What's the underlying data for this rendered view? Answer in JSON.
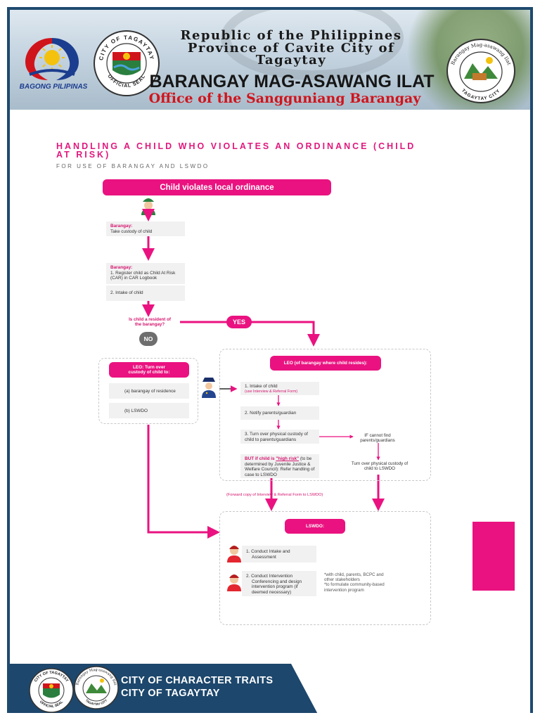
{
  "header": {
    "line1": "Republic of the Philippines",
    "line2": "Province of Cavite City of",
    "line3": "Tagaytay",
    "barangay": "BARANGAY MAG-ASAWANG ILAT",
    "office": "Office of the Sangguniang Barangay",
    "bp_label": "BAGONG PILIPINAS"
  },
  "document": {
    "title_line1": "HANDLING A CHILD WHO VIOLATES AN ORDINANCE (CHILD",
    "title_line2": "AT RISK)",
    "subtitle": "FOR USE OF BARANGAY AND LSWDO"
  },
  "flow": {
    "start": "Child violates local ordinance",
    "step1_label": "Barangay:",
    "step1_text": "Take custody of child",
    "step2_label": "Barangay:",
    "step2_text1": "1. Register child as Child At Risk",
    "step2_text2": "(CAR) in CAR Logbook",
    "step2_text3": "2. Intake of child",
    "question1": "Is child a resident of",
    "question2": "the barangay?",
    "yes": "YES",
    "no": "NO",
    "leo_left_title1": "LEO: Turn over",
    "leo_left_title2": "custody of child to:",
    "opt_a": "(a) barangay of residence",
    "opt_b": "(b) LSWDO",
    "leo_right_title": "LEO (of barangay where child resides):",
    "r1_text": "1. Intake of child",
    "r1_sub": "(use Interview & Referral Form)",
    "r2_text": "2. Notify parents/guardian",
    "r3_text1": "3. Turn over physical custody of",
    "r3_text2": "child to parents/guardians",
    "if_cannot1": "IF cannot find",
    "if_cannot2": "parents/guardians",
    "turnover1": "Turn over physical custody of",
    "turnover2": "child to LSWDO",
    "hr_prefix": "BUT if child is",
    "hr_quote": "\"high risk\"",
    "hr_rest1": "(to be",
    "hr_rest2": "determined by Juvenile Justice &",
    "hr_rest3": "Welfare Council): Refer handling of",
    "hr_rest4": "case to LSWDO",
    "forward": "(Forward copy of Interview & Referral Form to LSWDO)",
    "lswdo_title": "LSWDO:",
    "l1_text1": "1. Conduct Intake and",
    "l1_text2": "Assessment",
    "l2_text1": "2. Conduct Intervention",
    "l2_text2": "Conferencing and design",
    "l2_text3": "intervention program (if",
    "l2_text4": "deemed necessary)",
    "note1": "*with child, parents, BCPC and",
    "note2": "other stakeholders",
    "note3": "*to formulate community-based",
    "note4": "intervention program"
  },
  "footer": {
    "line1": "CITY OF CHARACTER TRAITS",
    "line2": "CITY OF TAGAYTAY"
  },
  "seals": {
    "city_ring": "CITY OF TAGAYTAY",
    "city_bottom": "OFFICIAL SEAL",
    "brgy_ring": "Barangay Mag-asawang Ilat",
    "brgy_bottom": "TAGAYTAY CITY"
  },
  "colors": {
    "accent": "#ea1280",
    "navy": "#1d476c",
    "red": "#d0141c"
  }
}
